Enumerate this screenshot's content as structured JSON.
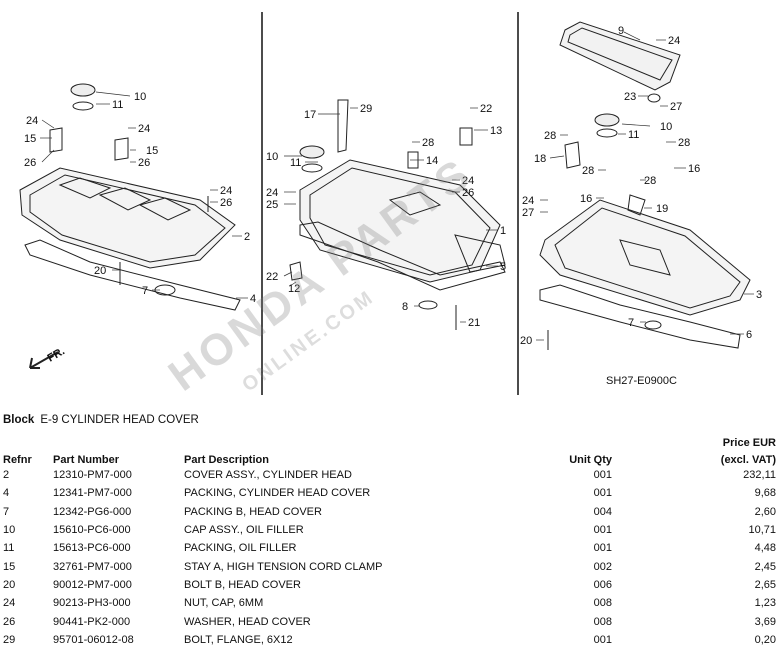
{
  "diagram": {
    "callouts_left": [
      "10",
      "11",
      "24",
      "24",
      "15",
      "15",
      "26",
      "26",
      "24",
      "26",
      "2",
      "20",
      "7",
      "4"
    ],
    "callouts_mid": [
      "17",
      "29",
      "22",
      "13",
      "10",
      "28",
      "14",
      "11",
      "24",
      "25",
      "24",
      "26",
      "1",
      "5",
      "8",
      "21",
      "22",
      "12"
    ],
    "callouts_right": [
      "9",
      "24",
      "23",
      "27",
      "28",
      "10",
      "11",
      "18",
      "28",
      "28",
      "16",
      "28",
      "24",
      "27",
      "16",
      "19",
      "3",
      "7",
      "6",
      "20"
    ],
    "code": "SH27-E0900C",
    "fr_label": "FR."
  },
  "watermark": {
    "line1": "HONDA PARTS",
    "line2": "ONLINE.COM"
  },
  "block": {
    "label": "Block",
    "value": "E-9 CYLINDER HEAD COVER"
  },
  "table": {
    "headers": {
      "ref": "Refnr",
      "part_number": "Part Number",
      "description": "Part Description",
      "qty": "Unit Qty",
      "price_line1": "Price EUR",
      "price_line2": "(excl. VAT)"
    },
    "rows": [
      {
        "ref": "2",
        "pn": "12310-PM7-000",
        "desc": "COVER ASSY., CYLINDER HEAD",
        "qty": "001",
        "price": "232,11"
      },
      {
        "ref": "4",
        "pn": "12341-PM7-000",
        "desc": "PACKING, CYLINDER HEAD COVER",
        "qty": "001",
        "price": "9,68"
      },
      {
        "ref": "7",
        "pn": "12342-PG6-000",
        "desc": "PACKING B, HEAD COVER",
        "qty": "004",
        "price": "2,60"
      },
      {
        "ref": "10",
        "pn": "15610-PC6-000",
        "desc": "CAP ASSY., OIL FILLER",
        "qty": "001",
        "price": "10,71"
      },
      {
        "ref": "11",
        "pn": "15613-PC6-000",
        "desc": "PACKING, OIL FILLER",
        "qty": "001",
        "price": "4,48"
      },
      {
        "ref": "15",
        "pn": "32761-PM7-000",
        "desc": "STAY A, HIGH TENSION CORD CLAMP",
        "qty": "002",
        "price": "2,45"
      },
      {
        "ref": "20",
        "pn": "90012-PM7-000",
        "desc": "BOLT B, HEAD COVER",
        "qty": "006",
        "price": "2,65"
      },
      {
        "ref": "24",
        "pn": "90213-PH3-000",
        "desc": "NUT, CAP, 6MM",
        "qty": "008",
        "price": "1,23"
      },
      {
        "ref": "26",
        "pn": "90441-PK2-000",
        "desc": "WASHER, HEAD COVER",
        "qty": "008",
        "price": "3,69"
      },
      {
        "ref": "29",
        "pn": "95701-06012-08",
        "desc": "BOLT, FLANGE, 6X12",
        "qty": "001",
        "price": "0,20"
      }
    ]
  }
}
